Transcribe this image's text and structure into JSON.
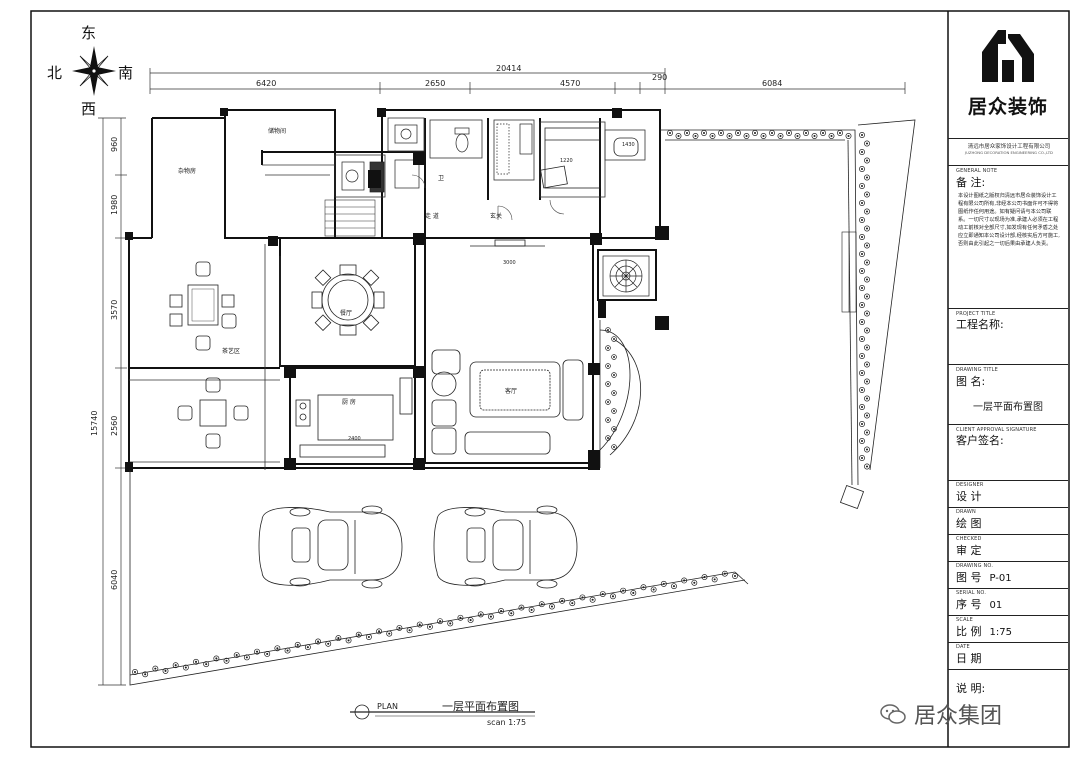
{
  "compass": {
    "east": "东",
    "north": "北",
    "south": "南",
    "west": "西"
  },
  "dimensions": {
    "top_total": "20414",
    "top_segments": [
      "6420",
      "2650",
      "4570",
      "290",
      "6084"
    ],
    "left_total": "15740",
    "left_segments": [
      "960",
      "1980",
      "3570",
      "2560",
      "6040"
    ]
  },
  "rooms": {
    "storage": "储物间",
    "garden_room": "杂物房",
    "corridor": "走 道",
    "dining": "餐厅",
    "kitchen": "厨 房",
    "living": "客厅",
    "tea_area": "茶艺区",
    "wc": "卫",
    "entry": "玄关",
    "elev_mark": "1430",
    "bed_mark": "1220",
    "tv_mark": "3000",
    "sofa_mark": "2400"
  },
  "plan_title": {
    "plan": "PLAN",
    "name": "一层平面布置图",
    "scale": "scan 1:75"
  },
  "titleblock": {
    "logo": "居众装饰",
    "company_cn": "清远市居众家饰设计工程有限公司",
    "company_en": "JUZHONG DECORATION ENGINEERING CO.,LTD",
    "general_note_en": "GENERAL NOTE",
    "note_label": "备 注:",
    "note_body": "本设计图纸之版权归清远市居众装饰设计工程有限公司所有,非经本公司书面许可不得将图纸作任何用途。如有疑问请与本公司联系。一切尺寸以现场为准,承建人必须在工程动工前核对全部尺寸,如发现有任何矛盾之处应立即通知本公司设计部,经核实后方可施工,否则由此引起之一切后果由承建人负责。",
    "project_en": "PROJECT TITLE",
    "project_label": "工程名称:",
    "drawing_en": "DRAWING TITLE",
    "drawing_label": "图  名:",
    "drawing_value": "一层平面布置图",
    "client_en": "CLIENT APPROVAL SIGNATURE",
    "client_label": "客户签名:",
    "designer_en": "DESIGNER",
    "designer_label": "设  计",
    "drawn_en": "DRAWN",
    "drawn_label": "绘  图",
    "checked_en": "CHECKED",
    "checked_label": "审  定",
    "dwgno_en": "DRAWING NO.",
    "dwgno_label": "图  号",
    "dwgno_value": "P-01",
    "serial_en": "SERIAL NO.",
    "serial_label": "序  号",
    "serial_value": "01",
    "scale_en": "SCALE",
    "scale_label": "比  例",
    "scale_value": "1:75",
    "date_en": "DATE",
    "date_label": "日  期",
    "remark_label": "说  明:"
  },
  "watermark": {
    "text": "居众集团"
  }
}
